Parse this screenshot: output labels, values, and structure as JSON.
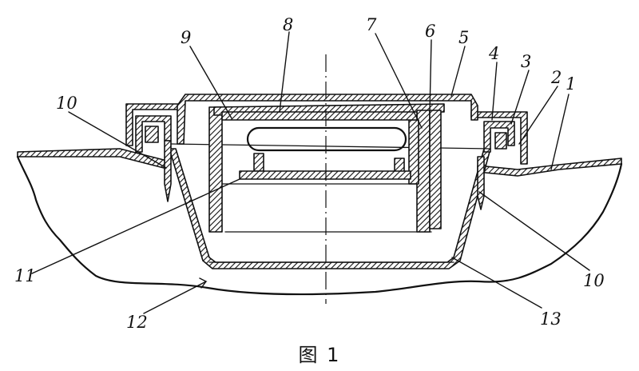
{
  "figure": {
    "caption": "图 1",
    "callouts": [
      {
        "id": "c1",
        "text": "1"
      },
      {
        "id": "c2",
        "text": "2"
      },
      {
        "id": "c3",
        "text": "3"
      },
      {
        "id": "c4",
        "text": "4"
      },
      {
        "id": "c5",
        "text": "5"
      },
      {
        "id": "c6",
        "text": "6"
      },
      {
        "id": "c7",
        "text": "7"
      },
      {
        "id": "c8",
        "text": "8"
      },
      {
        "id": "c9",
        "text": "9"
      },
      {
        "id": "c10a",
        "text": "10"
      },
      {
        "id": "c10b",
        "text": "10"
      },
      {
        "id": "c11",
        "text": "11"
      },
      {
        "id": "c12",
        "text": "12"
      },
      {
        "id": "c13",
        "text": "13"
      }
    ]
  }
}
